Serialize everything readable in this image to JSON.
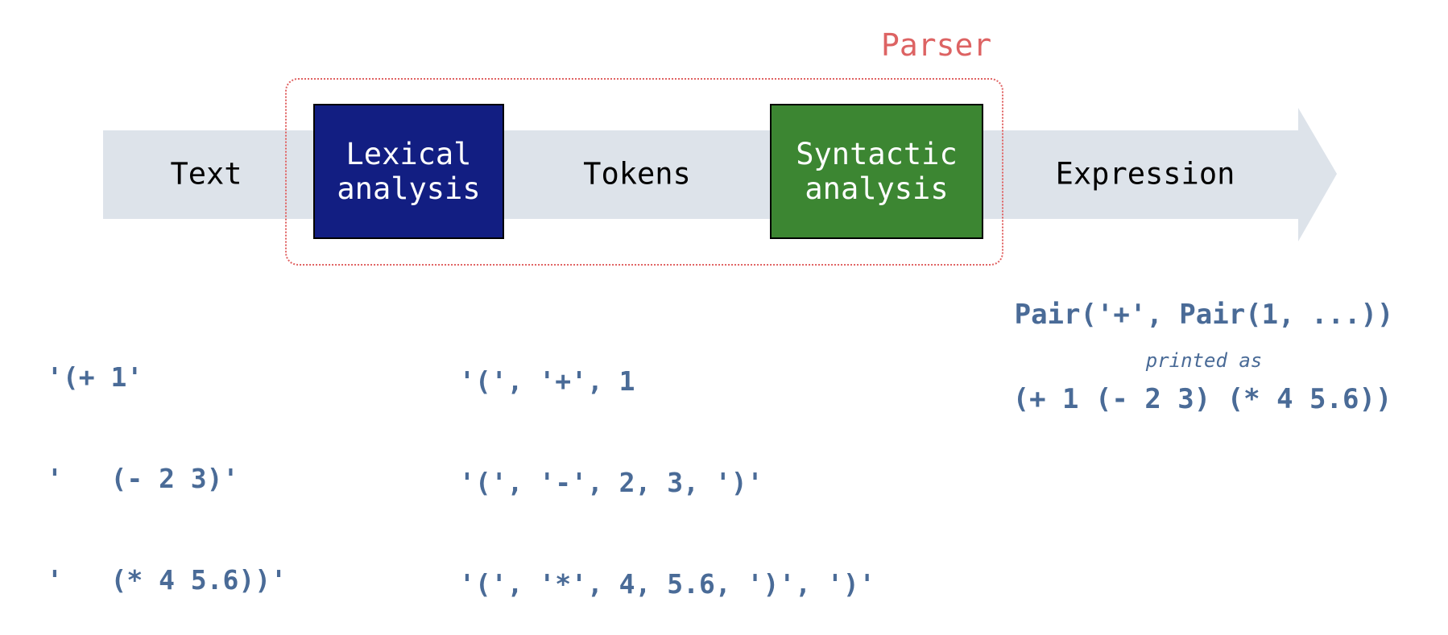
{
  "stages": {
    "text": "Text",
    "tokens": "Tokens",
    "expression": "Expression"
  },
  "boxes": {
    "lexical": [
      "Lexical",
      "analysis"
    ],
    "syntactic": [
      "Syntactic",
      "analysis"
    ]
  },
  "parser_label": "Parser",
  "examples": {
    "text_lines": [
      "'(+ 1'",
      "'   (- 2 3)'",
      "'   (* 4 5.6))'"
    ],
    "token_lines": [
      "'(', '+', 1",
      "'(', '-', 2, 3, ')'",
      "'(', '*', 4, 5.6, ')', ')'"
    ],
    "expression": "Pair('+', Pair(1, ...))",
    "printed_as": "printed as",
    "printed_expression": "(+ 1 (- 2 3) (* 4 5.6))"
  },
  "colors": {
    "arrow": "#dde3ea",
    "lexical_box": "#121e82",
    "syntactic_box": "#3c8632",
    "parser": "#e06262",
    "code": "#4a6b97"
  }
}
